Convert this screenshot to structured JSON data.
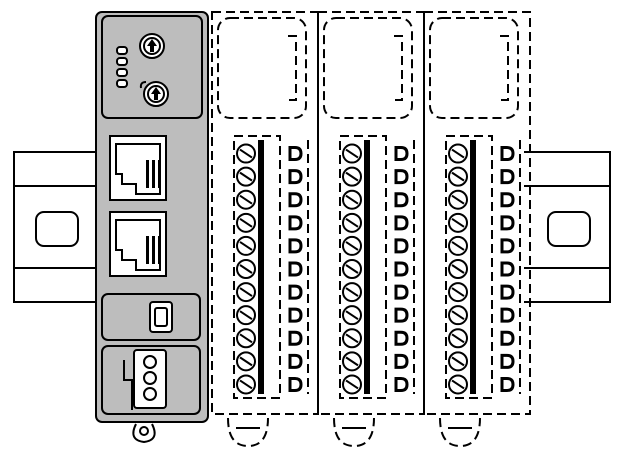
{
  "figure": {
    "description_free": true,
    "expansion_module_count": 3,
    "terminals_per_column": 11,
    "ethernet_port_count": 2,
    "rotary_switch_count": 2,
    "status_led_count": 4,
    "power_connector_pins": 3
  },
  "colors": {
    "head_module_fill": "#bdbdbd",
    "outline": "#000000",
    "background": "#ffffff"
  },
  "icons": {
    "rotary_switch": "rotary-switch-icon",
    "ethernet_port": "rj45-port-icon",
    "usb_port": "mini-usb-port-icon",
    "power_connector": "power-terminal-icon"
  }
}
